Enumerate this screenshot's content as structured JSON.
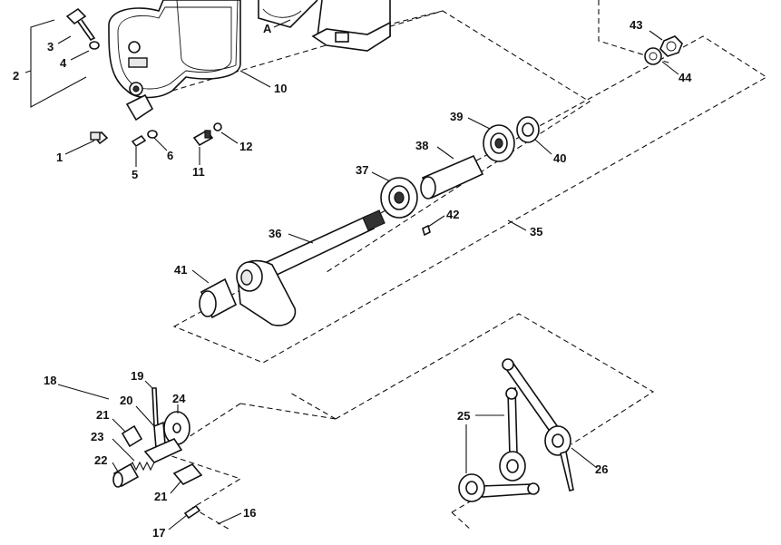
{
  "callouts": {
    "c1": "1",
    "c2": "2",
    "c3": "3",
    "c4": "4",
    "c5": "5",
    "c6": "6",
    "c10": "10",
    "c11": "11",
    "c12": "12",
    "c16": "16",
    "c17": "17",
    "c18": "18",
    "c19": "19",
    "c20": "20",
    "c21a": "21",
    "c21b": "21",
    "c22": "22",
    "c23": "23",
    "c24": "24",
    "c25": "25",
    "c26": "26",
    "c35": "35",
    "c36": "36",
    "c37": "37",
    "c38": "38",
    "c39": "39",
    "c40": "40",
    "c41": "41",
    "c42": "42",
    "c43": "43",
    "c44": "44",
    "cA": "A"
  }
}
